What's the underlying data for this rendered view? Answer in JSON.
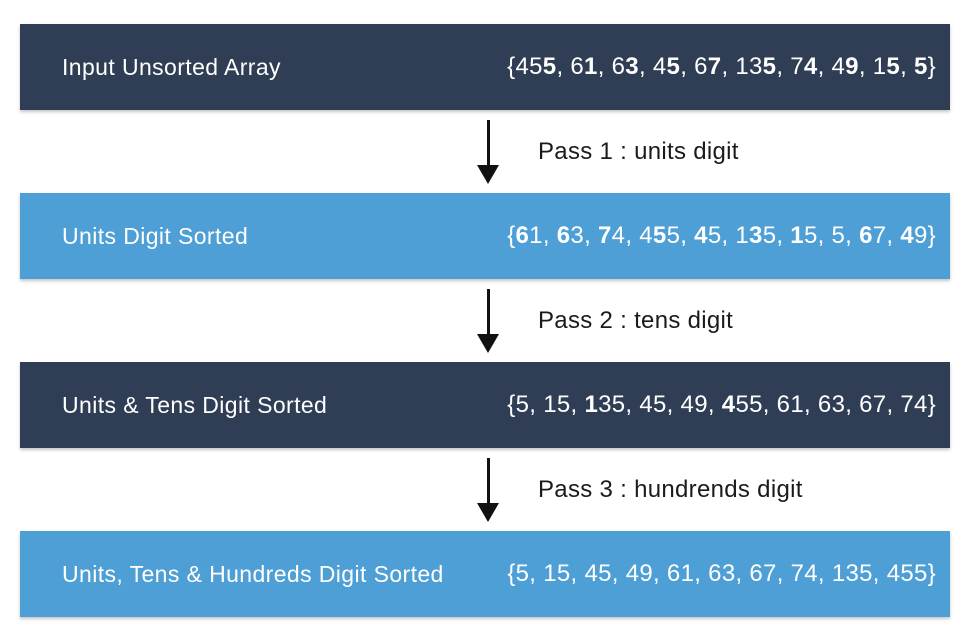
{
  "colors": {
    "background": "#FFFFFF",
    "dark_bar": "#2F3E54",
    "blue_bar": "#4D9FD6",
    "bar_text": "#FFFFFF",
    "pass_text": "#1B1B1B",
    "arrow": "#111111"
  },
  "rows": [
    {
      "kind": "dark",
      "label": "Input Unsorted Array",
      "array_plain": "{455, 61, 63, 45, 67, 135, 74, 49, 15, 5}",
      "highlight": "units digit bold",
      "array": [
        {
          "t": "{45"
        },
        {
          "t": "5",
          "b": true
        },
        {
          "t": ", 6"
        },
        {
          "t": "1",
          "b": true
        },
        {
          "t": ", 6"
        },
        {
          "t": "3",
          "b": true
        },
        {
          "t": ", 4"
        },
        {
          "t": "5",
          "b": true
        },
        {
          "t": ", 6"
        },
        {
          "t": "7",
          "b": true
        },
        {
          "t": ", 13"
        },
        {
          "t": "5",
          "b": true
        },
        {
          "t": ", 7"
        },
        {
          "t": "4",
          "b": true
        },
        {
          "t": ", 4"
        },
        {
          "t": "9",
          "b": true
        },
        {
          "t": ", 1"
        },
        {
          "t": "5",
          "b": true
        },
        {
          "t": ", "
        },
        {
          "t": "5",
          "b": true
        },
        {
          "t": "}"
        }
      ]
    },
    {
      "kind": "blue",
      "label": "Units Digit Sorted",
      "array_plain": "{61, 63, 74, 455, 45, 135, 15, 5, 67, 49}",
      "highlight": "tens digit bold",
      "array": [
        {
          "t": "{"
        },
        {
          "t": "6",
          "b": true
        },
        {
          "t": "1, "
        },
        {
          "t": "6",
          "b": true
        },
        {
          "t": "3, "
        },
        {
          "t": "7",
          "b": true
        },
        {
          "t": "4, 4"
        },
        {
          "t": "5",
          "b": true
        },
        {
          "t": "5, "
        },
        {
          "t": "4",
          "b": true
        },
        {
          "t": "5, 1"
        },
        {
          "t": "3",
          "b": true
        },
        {
          "t": "5, "
        },
        {
          "t": "1",
          "b": true
        },
        {
          "t": "5, 5, "
        },
        {
          "t": "6",
          "b": true
        },
        {
          "t": "7, "
        },
        {
          "t": "4",
          "b": true
        },
        {
          "t": "9}"
        }
      ]
    },
    {
      "kind": "dark",
      "label": "Units & Tens Digit Sorted",
      "array_plain": "{5, 15, 135, 45, 49, 455, 61, 63, 67, 74}",
      "highlight": "hundreds digit bold",
      "array": [
        {
          "t": "{5, 15, "
        },
        {
          "t": "1",
          "b": true
        },
        {
          "t": "35, 45, 49, "
        },
        {
          "t": "4",
          "b": true
        },
        {
          "t": "55, 61, 63, 67, 74}"
        }
      ]
    },
    {
      "kind": "blue",
      "label": "Units, Tens & Hundreds Digit Sorted",
      "array_plain": "{5, 15, 45, 49, 61, 63, 67, 74, 135, 455}",
      "highlight": "none",
      "array": [
        {
          "t": "{5, 15, 45, 49, 61, 63, 67, 74, 135, 455}"
        }
      ]
    }
  ],
  "connectors": [
    {
      "label": "Pass 1 : units digit"
    },
    {
      "label": "Pass 2 : tens digit"
    },
    {
      "label": "Pass 3 : hundrends digit"
    }
  ]
}
